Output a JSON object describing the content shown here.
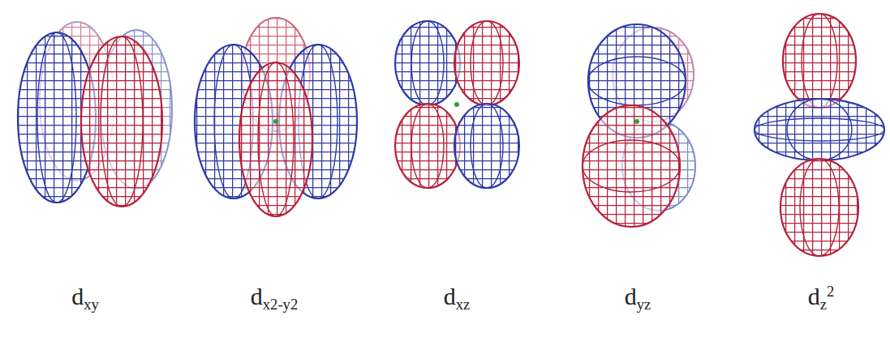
{
  "diagram": {
    "labels": [
      "dxy",
      "dx2-y2",
      "dxz",
      "dyz",
      "dz2"
    ]
  }
}
